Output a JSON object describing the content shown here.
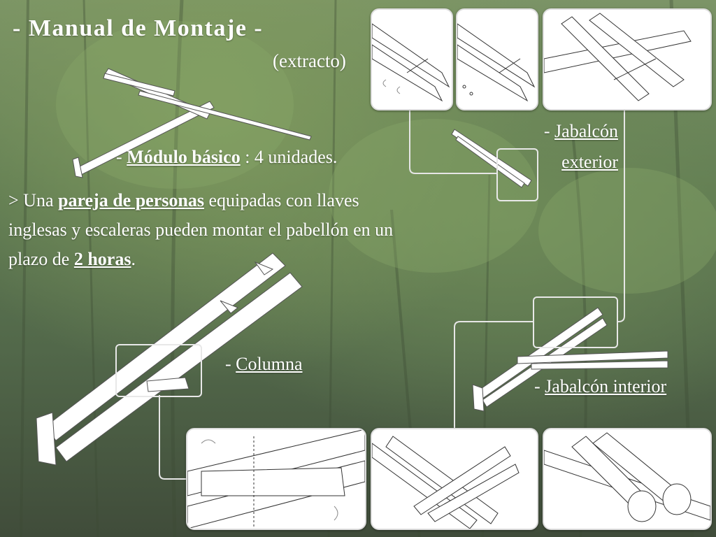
{
  "header": {
    "title": "- Manual de Montaje -",
    "subtitle": "(extracto)"
  },
  "modulo": {
    "prefix": "- ",
    "name": "Módulo básico",
    "suffix": " : 4 unidades."
  },
  "description": {
    "prefix": "> Una ",
    "highlight": "pareja de personas",
    "middle": " equipadas con llaves inglesas y escaleras pueden montar el pabellón en un plazo de ",
    "time": "2 horas",
    "end": "."
  },
  "labels": {
    "jabalcon_exterior_prefix": "- ",
    "jabalcon_exterior_1": "Jabalcón",
    "jabalcon_exterior_2": "exterior",
    "columna_prefix": "- ",
    "columna": "Columna",
    "jabalcon_interior_prefix": "- ",
    "jabalcon_interior": "Jabalcón interior"
  }
}
